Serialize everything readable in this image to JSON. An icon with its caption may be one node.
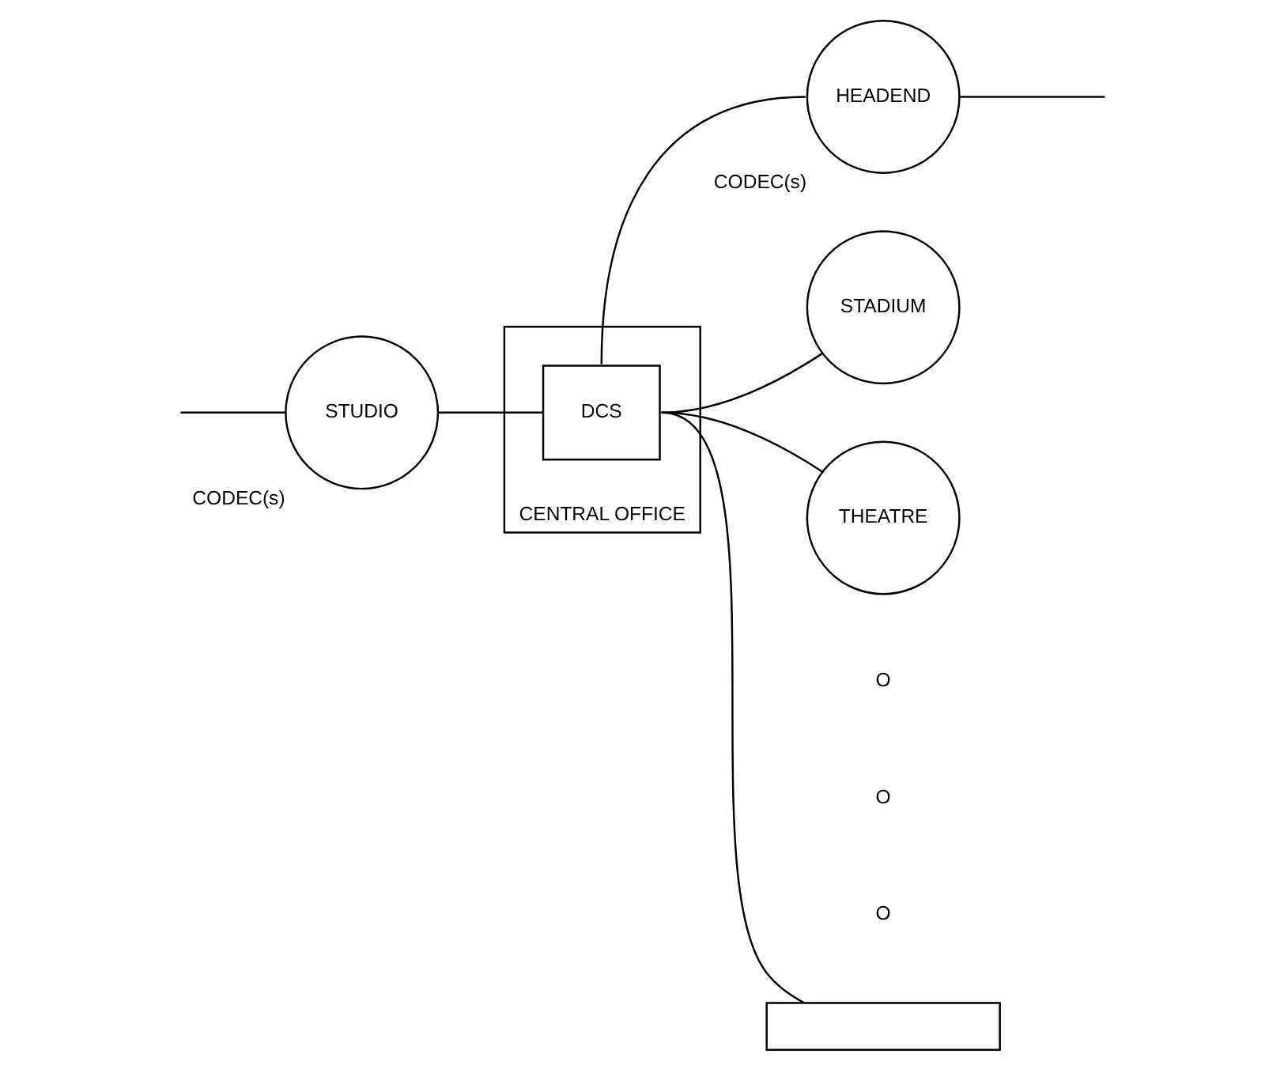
{
  "diagram": {
    "nodes": [
      {
        "text": [
          "CENTRAL OFFICE"
        ]
      },
      {
        "text": [
          "DCS"
        ],
        "in": 0
      },
      {
        "text": [
          "STUDIO"
        ],
        "beside": [
          "CODEC(s)"
        ]
      },
      {
        "text": [
          "HEADEND"
        ],
        "beside": [
          "CODEC(s)"
        ]
      },
      {
        "text": [
          "STADIUM"
        ]
      },
      {
        "text": [
          "THEATRE"
        ]
      },
      {
        "text": [],
        "shape": "box"
      }
    ],
    "edges": [
      {
        "from": null,
        "to": 2,
        "arrow": "none"
      },
      {
        "from": 2,
        "to": 1,
        "arrow": "none"
      },
      {
        "from": 1,
        "to": 3,
        "arrow": "none"
      },
      {
        "from": 3,
        "to": null,
        "arrow": "none"
      },
      {
        "from": 1,
        "to": 4,
        "arrow": "none"
      },
      {
        "from": 1,
        "to": 5,
        "arrow": "none"
      },
      {
        "from": 1,
        "to": 6,
        "arrow": "none"
      }
    ],
    "labels": [
      "O",
      "O",
      "O"
    ]
  }
}
